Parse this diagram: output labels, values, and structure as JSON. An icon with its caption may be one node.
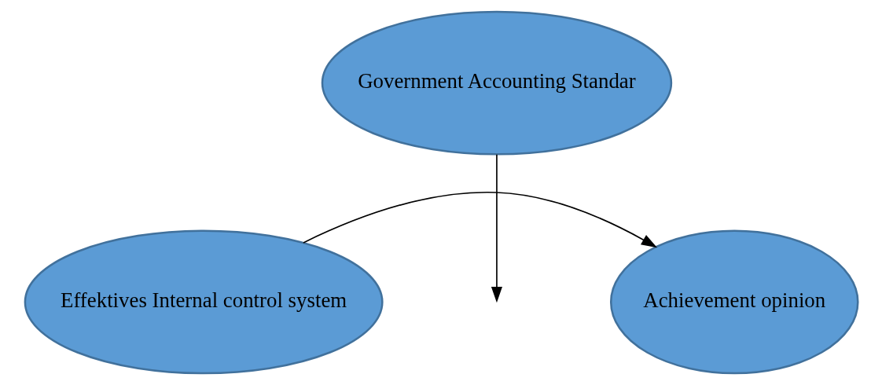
{
  "diagram": {
    "nodes": [
      {
        "text": [
          "Effektives Internal control system"
        ]
      },
      {
        "text": [
          "Achievement opinion"
        ]
      },
      {
        "text": [
          "Government Accounting Standar"
        ]
      }
    ],
    "edges": [
      {
        "from": 0,
        "to": 1,
        "arrow": "to"
      },
      {
        "from": 2,
        "to": null,
        "arrow": "to"
      }
    ]
  }
}
